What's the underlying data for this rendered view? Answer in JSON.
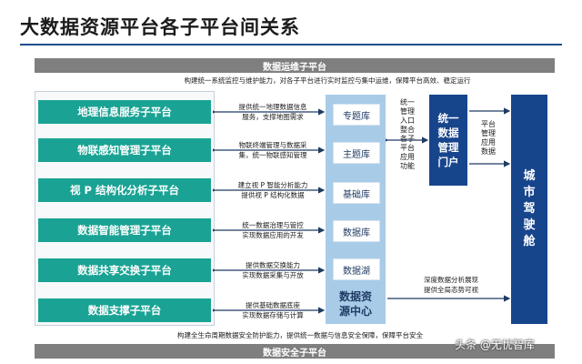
{
  "title": "大数据资源平台各子平台间关系",
  "top_bar": "数据运维子平台",
  "top_note": "构建统一系统监控与维护能力，对各子平台进行实时监控与集中运维，保障平台高效、稳定运行",
  "bottom_bar": "数据安全子平台",
  "bottom_note": "构建全生命周期数据安全防护能力，提供统一数据与信息安全保障，保障平台安全",
  "subplatforms": [
    {
      "label": "地理信息服务子平台",
      "desc": [
        "提供统一地理数据信息",
        "服务，支撑地图需求"
      ]
    },
    {
      "label": "物联感知管理子平台",
      "desc": [
        "物联终端管理与数据采",
        "集，统一物联感知管理"
      ]
    },
    {
      "label": "视 P 结构化分析子平台",
      "desc": [
        "建立视 P 智能分析能力",
        "提供视 P 结构化数据"
      ]
    },
    {
      "label": "数据智能管理子平台",
      "desc": [
        "统一数据治理与管控",
        "实现数据应用的开发"
      ]
    },
    {
      "label": "数据共享交换子平台",
      "desc": [
        "提供数据交换能力",
        "实现数据采集与开放"
      ]
    },
    {
      "label": "数据支撑子平台",
      "desc": [
        "提供基础数据底座",
        "实现数据存储与计算"
      ]
    }
  ],
  "libraries": [
    "专题库",
    "主题库",
    "基础库",
    "数据库",
    "数据湖"
  ],
  "hub_label": [
    "数据资",
    "源中心"
  ],
  "mid_note": [
    "统一",
    "管理",
    "入口",
    "整合",
    "各子",
    "平台",
    "应用",
    "功能"
  ],
  "portal": [
    "统一",
    "数据",
    "管理",
    "门户"
  ],
  "right_note": [
    "平台",
    "管理",
    "应用",
    "数据"
  ],
  "cockpit": [
    "城",
    "市",
    "驾",
    "驶",
    "舱"
  ],
  "bottom_right_note": [
    "深度数据分析展现",
    "提供全局态势可视"
  ],
  "watermark": "头条 @无忧智库",
  "colors": {
    "teal": "#1aa394",
    "navy": "#17458c",
    "hub": "#a8cbe8",
    "bar": "#7f7f7f"
  }
}
